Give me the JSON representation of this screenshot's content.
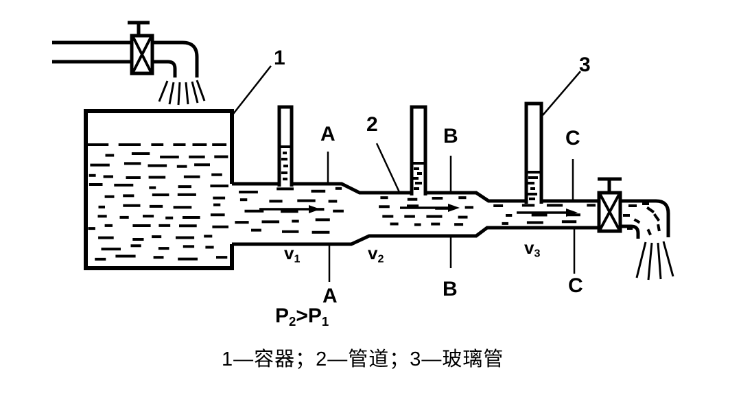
{
  "colors": {
    "background": "#ffffff",
    "ink": "#000000"
  },
  "labels": {
    "part1": "1",
    "part2": "2",
    "part3": "3",
    "section_a_top": "A",
    "section_a_bottom": "A",
    "section_b_top": "B",
    "section_b_bottom": "B",
    "section_c_top": "C",
    "section_c_bottom": "C",
    "v1": {
      "base": "v",
      "sub": "1"
    },
    "v2": {
      "base": "v",
      "sub": "2"
    },
    "v3": {
      "base": "v",
      "sub": "3"
    },
    "pressure": {
      "left_base": "P",
      "left_sub": "2",
      "operator": ">",
      "right_base": "P",
      "right_sub": "1"
    }
  },
  "caption": "1—容器；2—管道；3—玻璃管"
}
